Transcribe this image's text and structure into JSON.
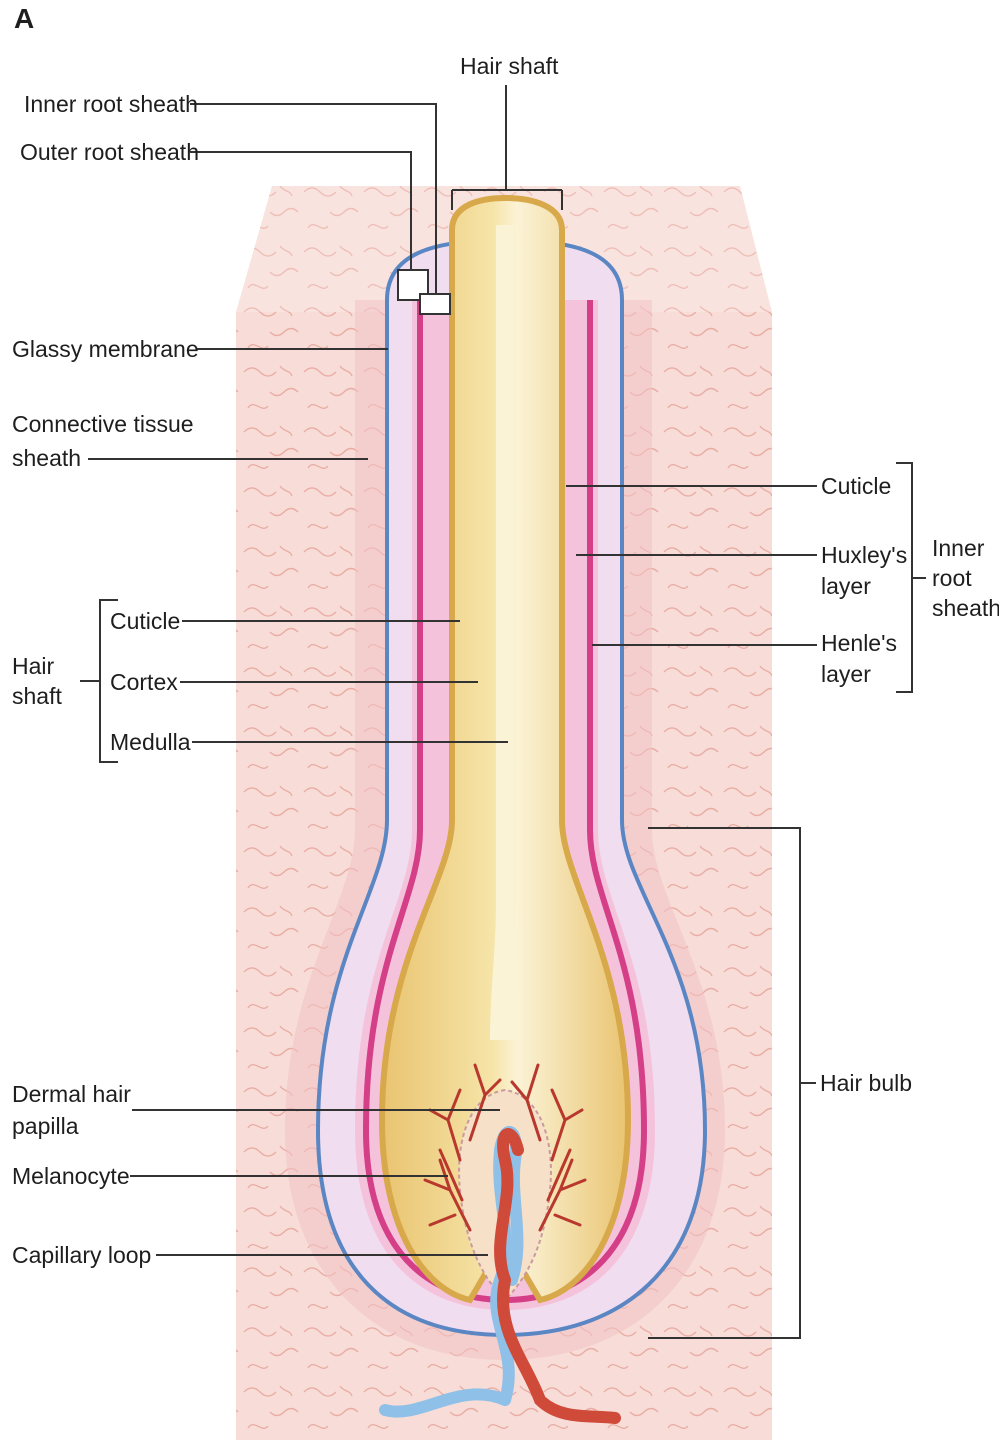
{
  "figure": {
    "panel_letter": "A",
    "colors": {
      "tissue": "#f7dcd7",
      "tissue_texture": "#e8aaa0",
      "connective_sheath": "#f4c4c8",
      "glassy_membrane": "#5b86c4",
      "outer_root_sheath": "#efdcef",
      "inner_root_sheath": "#f3b6d6",
      "henle_layer": "#d8468e",
      "hair_cortex": "#f1d98c",
      "hair_cuticle": "#d8a94a",
      "hair_medulla": "#fbf3d6",
      "papilla": "#f6e1c8",
      "capillary_red": "#d04a3a",
      "capillary_blue": "#8fc0e8",
      "melanocyte": "#b8382e"
    },
    "labels": {
      "hair_shaft_top": "Hair shaft",
      "inner_root_sheath": "Inner root sheath",
      "outer_root_sheath": "Outer root sheath",
      "glassy_membrane": "Glassy membrane",
      "connective_tissue_line1": "Connective tissue",
      "connective_tissue_line2": "sheath",
      "cuticle_left": "Cuticle",
      "cortex": "Cortex",
      "medulla": "Medulla",
      "hair_left_line1": "Hair",
      "hair_left_line2": "shaft",
      "cuticle_right": "Cuticle",
      "huxley_line1": "Huxley's",
      "huxley_line2": "layer",
      "henle_line1": "Henle's",
      "henle_line2": "layer",
      "irs_right_line1": "Inner",
      "irs_right_line2": "root",
      "irs_right_line3": "sheath",
      "hair_bulb": "Hair bulb",
      "dermal_papilla_line1": "Dermal hair",
      "dermal_papilla_line2": "papilla",
      "melanocyte": "Melanocyte",
      "capillary_loop": "Capillary loop"
    }
  }
}
